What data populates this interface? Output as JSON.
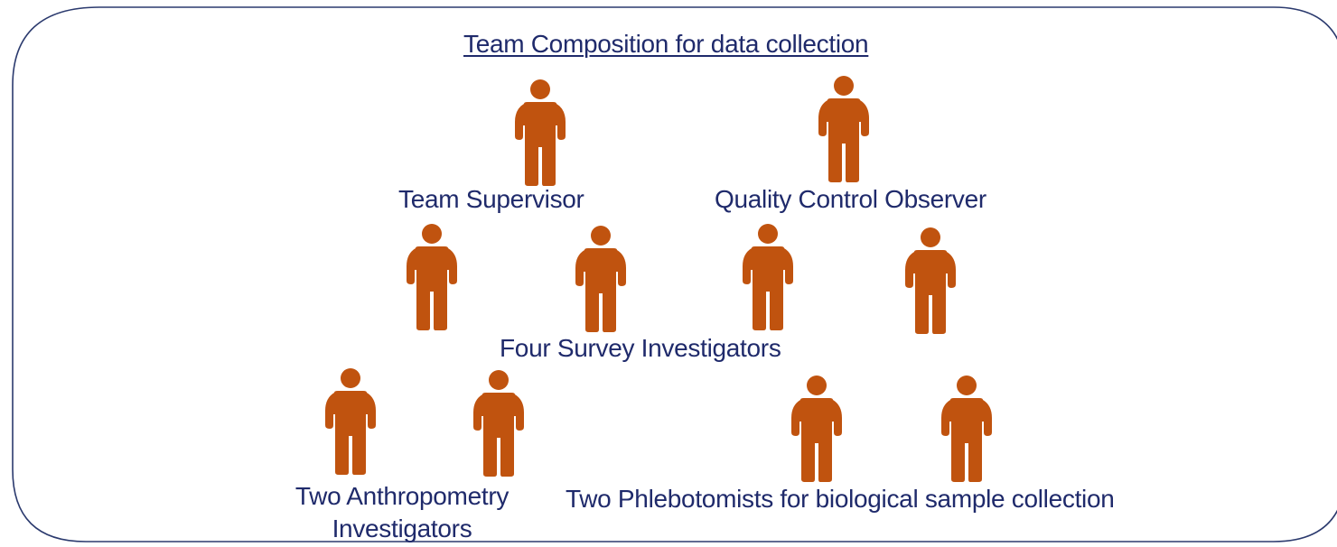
{
  "diagram": {
    "title": "Team Composition for data collection",
    "figure_color": "#c0530f",
    "figure_icon": "person-icon",
    "text_color": "#1f2a6b",
    "groups": [
      {
        "id": "supervisor",
        "label": "Team Supervisor",
        "count": 1
      },
      {
        "id": "qc-observer",
        "label": "Quality Control Observer",
        "count": 1
      },
      {
        "id": "survey",
        "label": "Four Survey Investigators",
        "count": 4
      },
      {
        "id": "anthropometry",
        "label_line1": "Two Anthropometry",
        "label_line2": "Investigators",
        "count": 2
      },
      {
        "id": "phlebotomists",
        "label": "Two Phlebotomists for biological sample collection",
        "count": 2
      }
    ]
  }
}
